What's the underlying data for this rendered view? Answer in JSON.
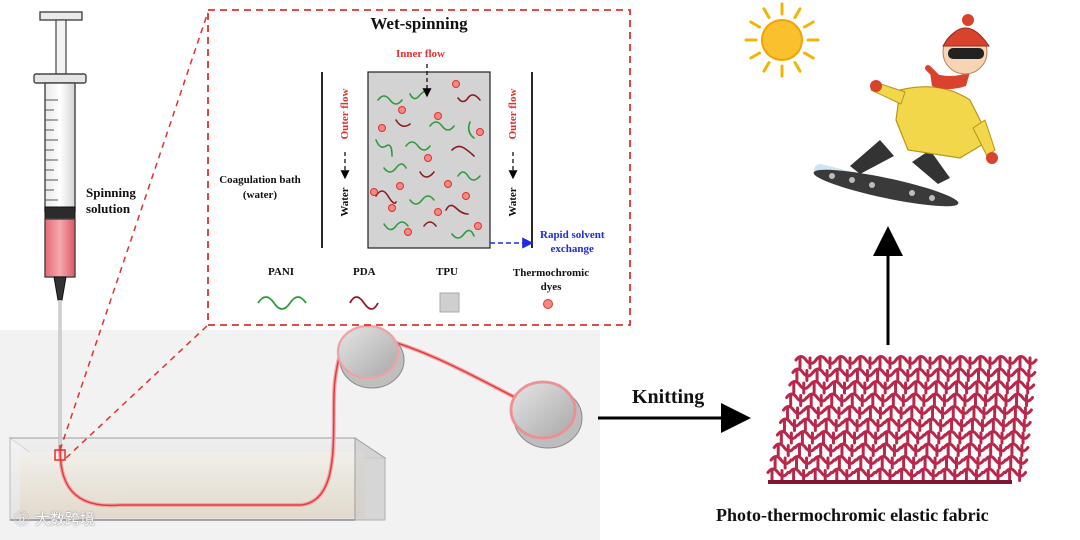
{
  "title": "Wet-spinning",
  "labels": {
    "spinning_solution": "Spinning\nsolution",
    "coagulation_bath": "Coagulation bath\n(water)",
    "inner_flow": "Inner flow",
    "outer_flow": "Outer flow",
    "water": "Water",
    "rapid_solvent_exchange": "Rapid solvent\nexchange",
    "knitting": "Knitting",
    "fabric": "Photo-thermochromic elastic fabric",
    "watermark": "大数跨境"
  },
  "legend": [
    {
      "name": "PANI",
      "symbol": "green-wave"
    },
    {
      "name": "PDA",
      "symbol": "darkred-wave"
    },
    {
      "name": "TPU",
      "symbol": "gray-square"
    },
    {
      "name": "Thermochromic\ndyes",
      "symbol": "pink-dot"
    }
  ],
  "colors": {
    "dashed_frame": "#e0312f",
    "pani": "#2e9a3c",
    "pda": "#8a1c22",
    "tpu": "#cfcfcf",
    "dye": "#f08a82",
    "fabric": "#b8284a",
    "exchange_arrow": "#1f2be0"
  },
  "icons": [
    "syringe-icon",
    "sun-icon",
    "snowboarder-icon",
    "roller-icon",
    "bath-tank-icon",
    "knitted-fabric-icon"
  ]
}
